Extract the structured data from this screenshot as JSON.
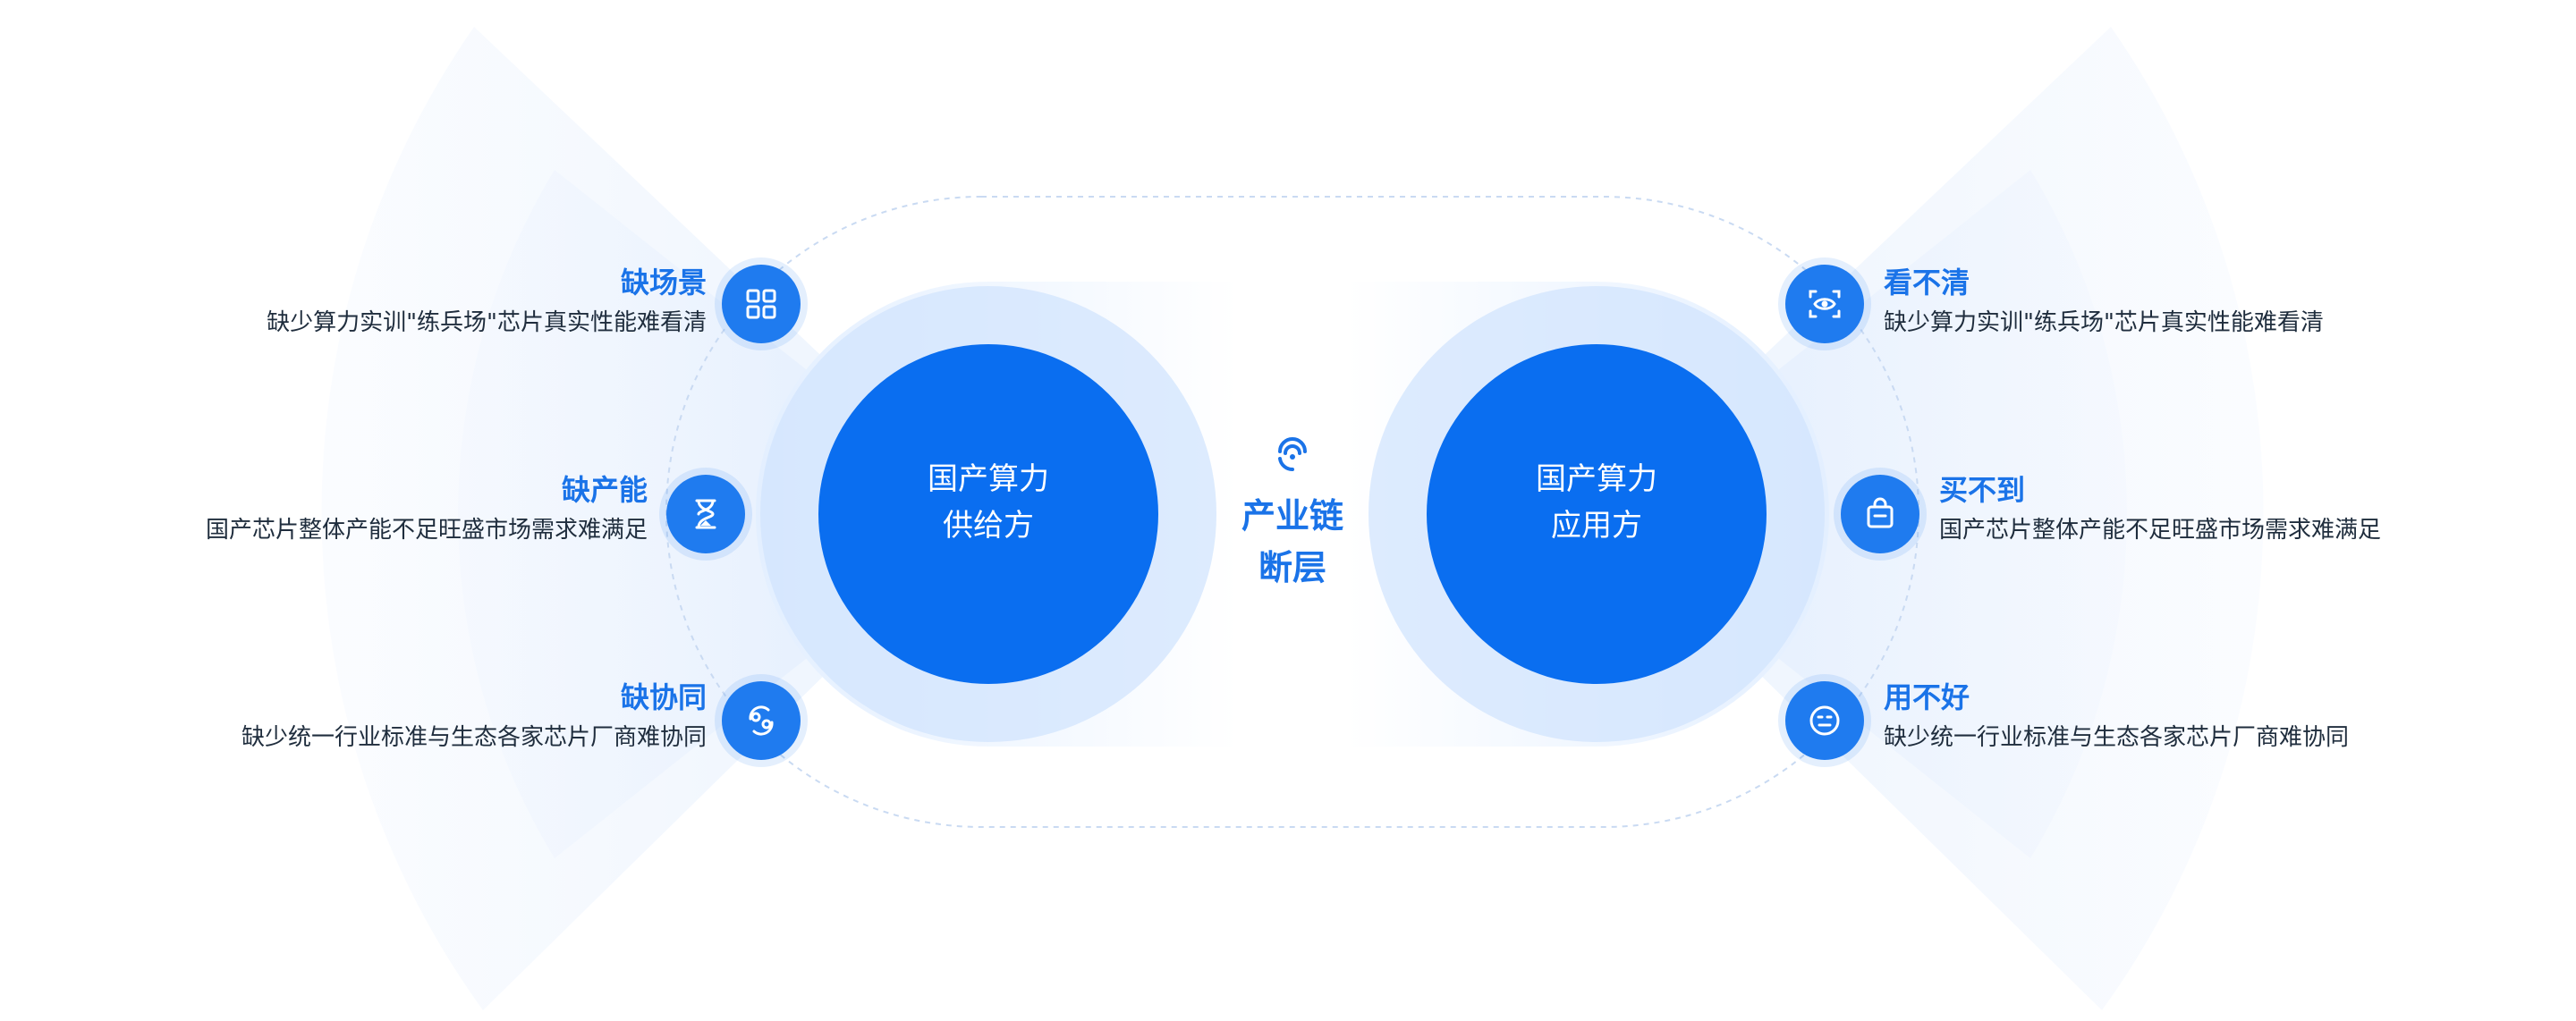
{
  "supplier": {
    "line1": "国产算力",
    "line2": "供给方"
  },
  "consumer": {
    "line1": "国产算力",
    "line2": "应用方"
  },
  "center": {
    "line1": "产业链",
    "line2": "断层",
    "icon": "broken-chain-icon"
  },
  "left_items": [
    {
      "title": "缺场景",
      "desc": "缺少算力实训\"练兵场\"芯片真实性能难看清",
      "icon": "grid-icon"
    },
    {
      "title": "缺产能",
      "desc": "国产芯片整体产能不足旺盛市场需求难满足",
      "icon": "hourglass-icon"
    },
    {
      "title": "缺协同",
      "desc": "缺少统一行业标准与生态各家芯片厂商难协同",
      "icon": "collaboration-icon"
    }
  ],
  "right_items": [
    {
      "title": "看不清",
      "desc": "缺少算力实训\"练兵场\"芯片真实性能难看清",
      "icon": "eye-scan-icon"
    },
    {
      "title": "买不到",
      "desc": "国产芯片整体产能不足旺盛市场需求难满足",
      "icon": "shopping-bag-icon"
    },
    {
      "title": "用不好",
      "desc": "缺少统一行业标准与生态各家芯片厂商难协同",
      "icon": "neutral-face-icon"
    }
  ],
  "colors": {
    "primary": "#0a6ef0",
    "accent_text": "#1a73e8",
    "body_text": "#1f2d3d"
  }
}
